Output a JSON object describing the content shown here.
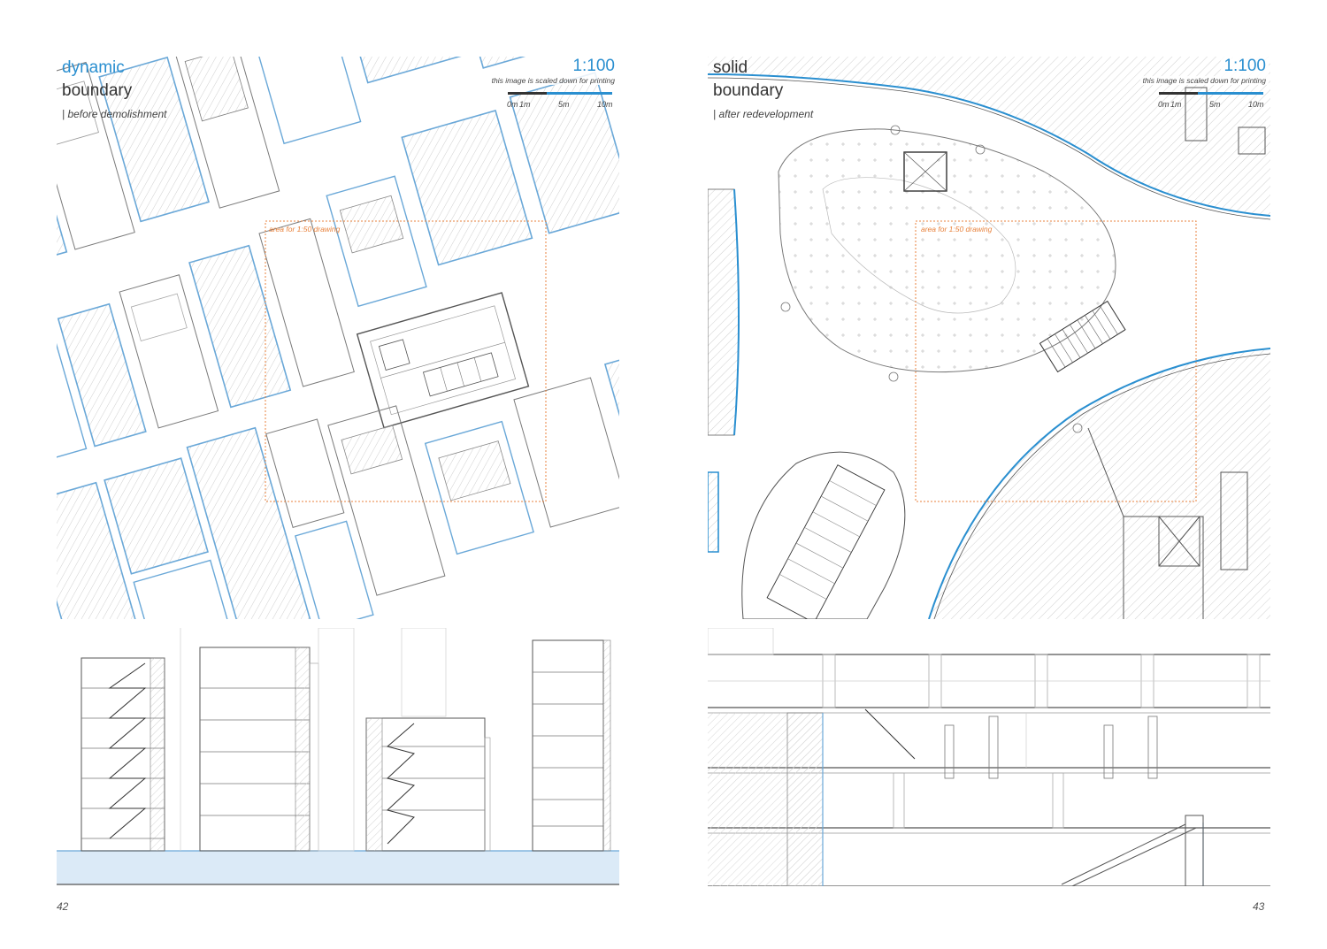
{
  "left_page": {
    "title_line1": "dynamic",
    "title_line2": "boundary",
    "subtitle": "| before demolishment",
    "scale_ratio": "1:100",
    "scale_note": "this image is scaled down for printing",
    "scale_ticks": [
      "0m",
      "1m",
      "5m",
      "10m"
    ],
    "area_label": "area for 1:50 drawing",
    "page_number": "42"
  },
  "right_page": {
    "title_line1": "solid",
    "title_line2": "boundary",
    "subtitle": "| after redevelopment",
    "scale_ratio": "1:100",
    "scale_note": "this image is scaled down for printing",
    "scale_ticks": [
      "0m",
      "1m",
      "5m",
      "10m"
    ],
    "area_label": "area for 1:50 drawing",
    "page_number": "43"
  },
  "colors": {
    "accent_blue": "#2a8fd0",
    "wall_blue": "#6aa8d8",
    "line_gray": "#7a7a7a",
    "hatch_gray": "#c8c8c8",
    "area_orange": "#e8823c",
    "ground_fill": "#dbeaf7"
  }
}
